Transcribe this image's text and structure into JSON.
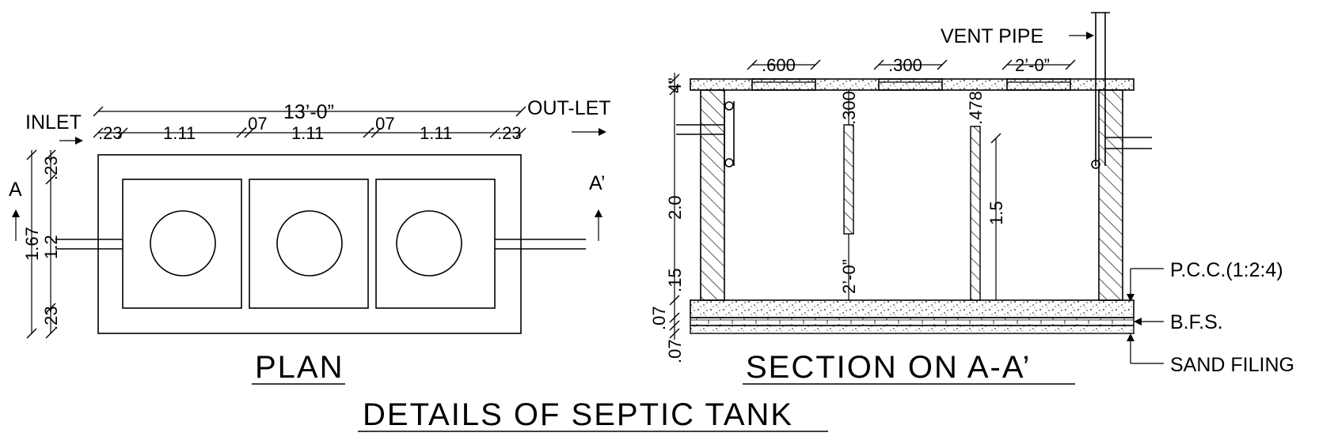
{
  "title": "DETAILS OF SEPTIC TANK",
  "plan": {
    "title": "PLAN",
    "inlet_label": "INLET",
    "outlet_label": "OUT-LET",
    "section_mark_left": "A",
    "section_mark_right": "A’",
    "overall_length": "13’-0”",
    "dims_horizontal": [
      ".23",
      "1.11",
      ".07",
      "1.11",
      ".07",
      "1.11",
      ".23"
    ],
    "dims_vertical": [
      ".23",
      "1.67",
      "1.2",
      ".23"
    ]
  },
  "section": {
    "title": "SECTION ON A-A’",
    "vent_pipe_label": "VENT PIPE",
    "top_dims": [
      ".600",
      ".300",
      "2’-0”"
    ],
    "slab_thickness": "4”",
    "depth_total": "2.0",
    "depth_bottom": ".15",
    "bottom_layers": [
      ".07",
      ".07"
    ],
    "baffle_gap": ".300",
    "baffle_height": "2’-0”",
    "baffle_right_top": ".478",
    "baffle_right_height": "1.5",
    "layer_labels": [
      "P.C.C.(1:2:4)",
      "B.F.S.",
      "SAND FILING"
    ]
  },
  "colors": {
    "line": "#000000",
    "background": "#ffffff"
  }
}
